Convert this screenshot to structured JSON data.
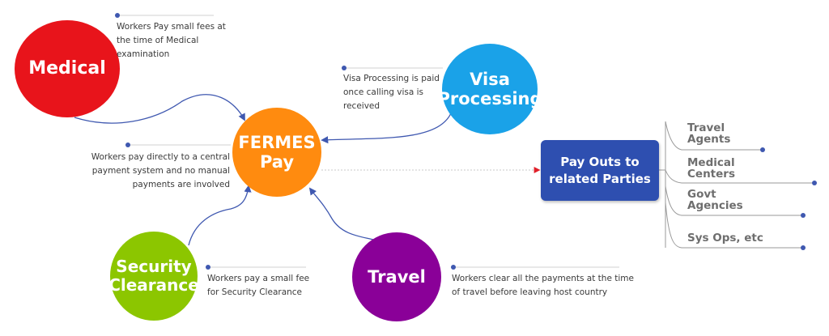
{
  "nodes": {
    "medical": "Medical",
    "visa": "Visa\nProcessing",
    "fermes": "FERMES\nPay",
    "security": "Security\nClearance",
    "travel": "Travel",
    "payout": "Pay Outs to\nrelated Parties"
  },
  "notes": {
    "medical": "Workers Pay small fees at\nthe time of Medical\nexamination",
    "visa": "Visa Processing is paid\nonce calling visa is\nreceived",
    "direct": "Workers pay directly to a central\npayment system and no manual\npayments are involved",
    "security": "Workers pay a small fee\nfor Security Clearance",
    "travel": "Workers clear all the payments at the time\nof travel before leaving host country"
  },
  "parties": [
    "Travel\nAgents",
    "Medical\nCenters",
    "Govt\nAgencies",
    "Sys Ops, etc"
  ],
  "colors": {
    "medical": "#e8141b",
    "visa": "#1aa2e8",
    "fermes": "#ff8b0f",
    "security": "#8cc600",
    "travel": "#8a0098",
    "payout": "#2e4fb0",
    "connector": "#3f58b0",
    "arrow_red": "#e0202a"
  }
}
